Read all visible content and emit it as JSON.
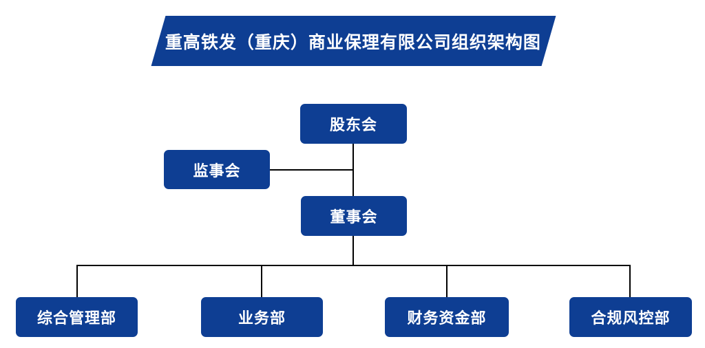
{
  "title": "重高铁发（重庆）商业保理有限公司组织架构图",
  "colors": {
    "primary": "#0e3e93",
    "line": "#000000",
    "text": "#ffffff",
    "background": "#ffffff"
  },
  "nodes": {
    "shareholders": "股东会",
    "supervisory": "监事会",
    "board": "董事会",
    "departments": [
      "综合管理部",
      "业务部",
      "财务资金部",
      "合规风控部"
    ]
  }
}
